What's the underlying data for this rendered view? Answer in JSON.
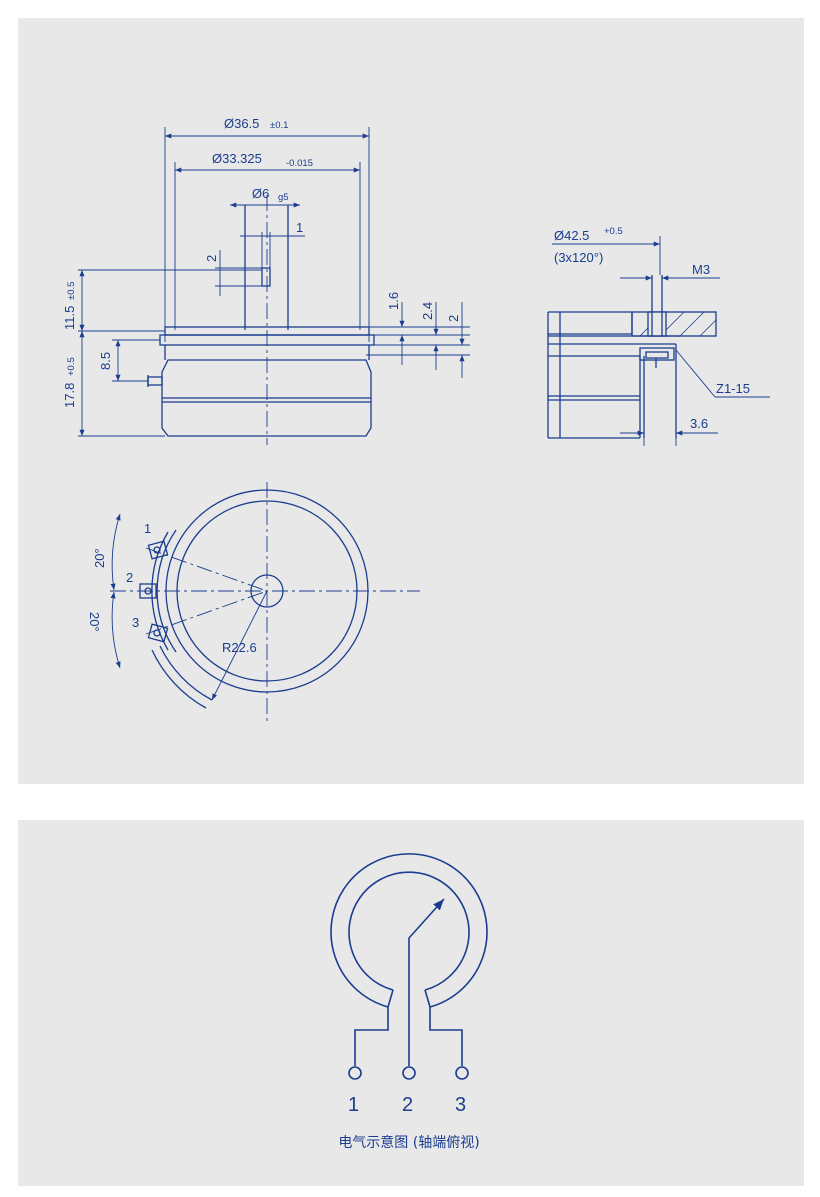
{
  "drawing": {
    "dims": {
      "d36_5": "Ø36.5",
      "d36_5_tol": "±0.1",
      "d33_325": "Ø33.325",
      "d33_325_tol": "-0.015",
      "d6": "Ø6",
      "d6_tol": "g5",
      "d1": "1",
      "d2": "2",
      "h11_5": "11.5",
      "h11_5_tol": "±0.5",
      "h17_8": "17.8",
      "h17_8_tol": "+0.5",
      "h8_5": "8.5",
      "h1_6": "1.6",
      "h2_4": "2.4",
      "h2": "2",
      "d42_5": "Ø42.5",
      "d42_5_tol": "+0.5",
      "angle_note": "(3x120°)",
      "thread": "M3",
      "part": "Z1-15",
      "d3_6": "3.6",
      "radius": "R22.6",
      "ang1": "20°",
      "ang2": "20°",
      "pin1": "1",
      "pin2": "2",
      "pin3": "3"
    }
  },
  "schematic": {
    "terminals": [
      "1",
      "2",
      "3"
    ],
    "caption": "电气示意图 (轴端俯视)"
  }
}
